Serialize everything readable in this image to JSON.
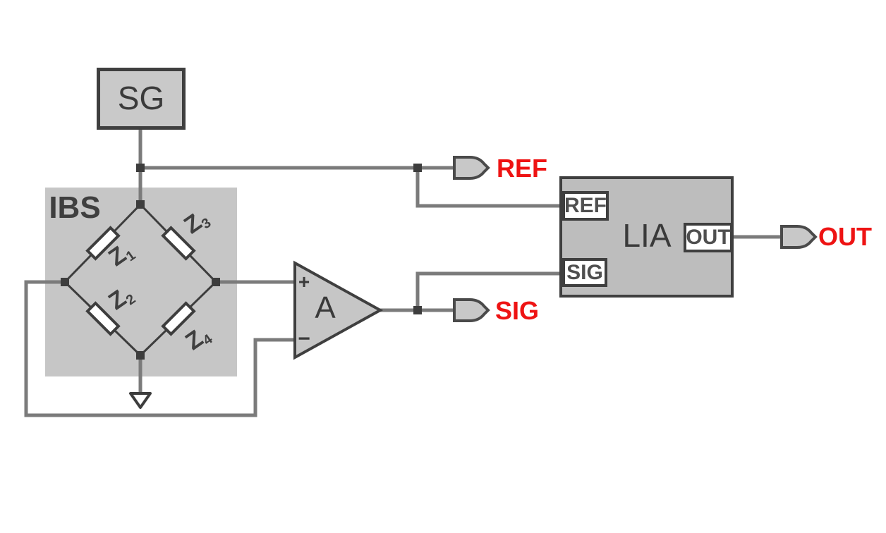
{
  "diagram": {
    "blocks": {
      "sg": {
        "label": "SG"
      },
      "ibs": {
        "label": "IBS"
      },
      "amplifier": {
        "label": "A",
        "plus_input": "+",
        "minus_input": "−"
      },
      "lia": {
        "label": "LIA",
        "ref_port": "REF",
        "sig_port": "SIG",
        "out_port": "OUT"
      }
    },
    "bridge": {
      "impedances": [
        {
          "symbol": "Z",
          "subscript": "1"
        },
        {
          "symbol": "Z",
          "subscript": "2"
        },
        {
          "symbol": "Z",
          "subscript": "3"
        },
        {
          "symbol": "Z",
          "subscript": "4"
        }
      ]
    },
    "terminals": {
      "ref": {
        "label": "REF"
      },
      "sig": {
        "label": "SIG"
      },
      "out": {
        "label": "OUT"
      }
    },
    "colors": {
      "accent_red": "#ee1313",
      "wire_gray": "#7b7b7b",
      "line_dark": "#3d3d3d",
      "block_fill": "#c8c8c8",
      "block_border": "#3f3f3f"
    }
  }
}
